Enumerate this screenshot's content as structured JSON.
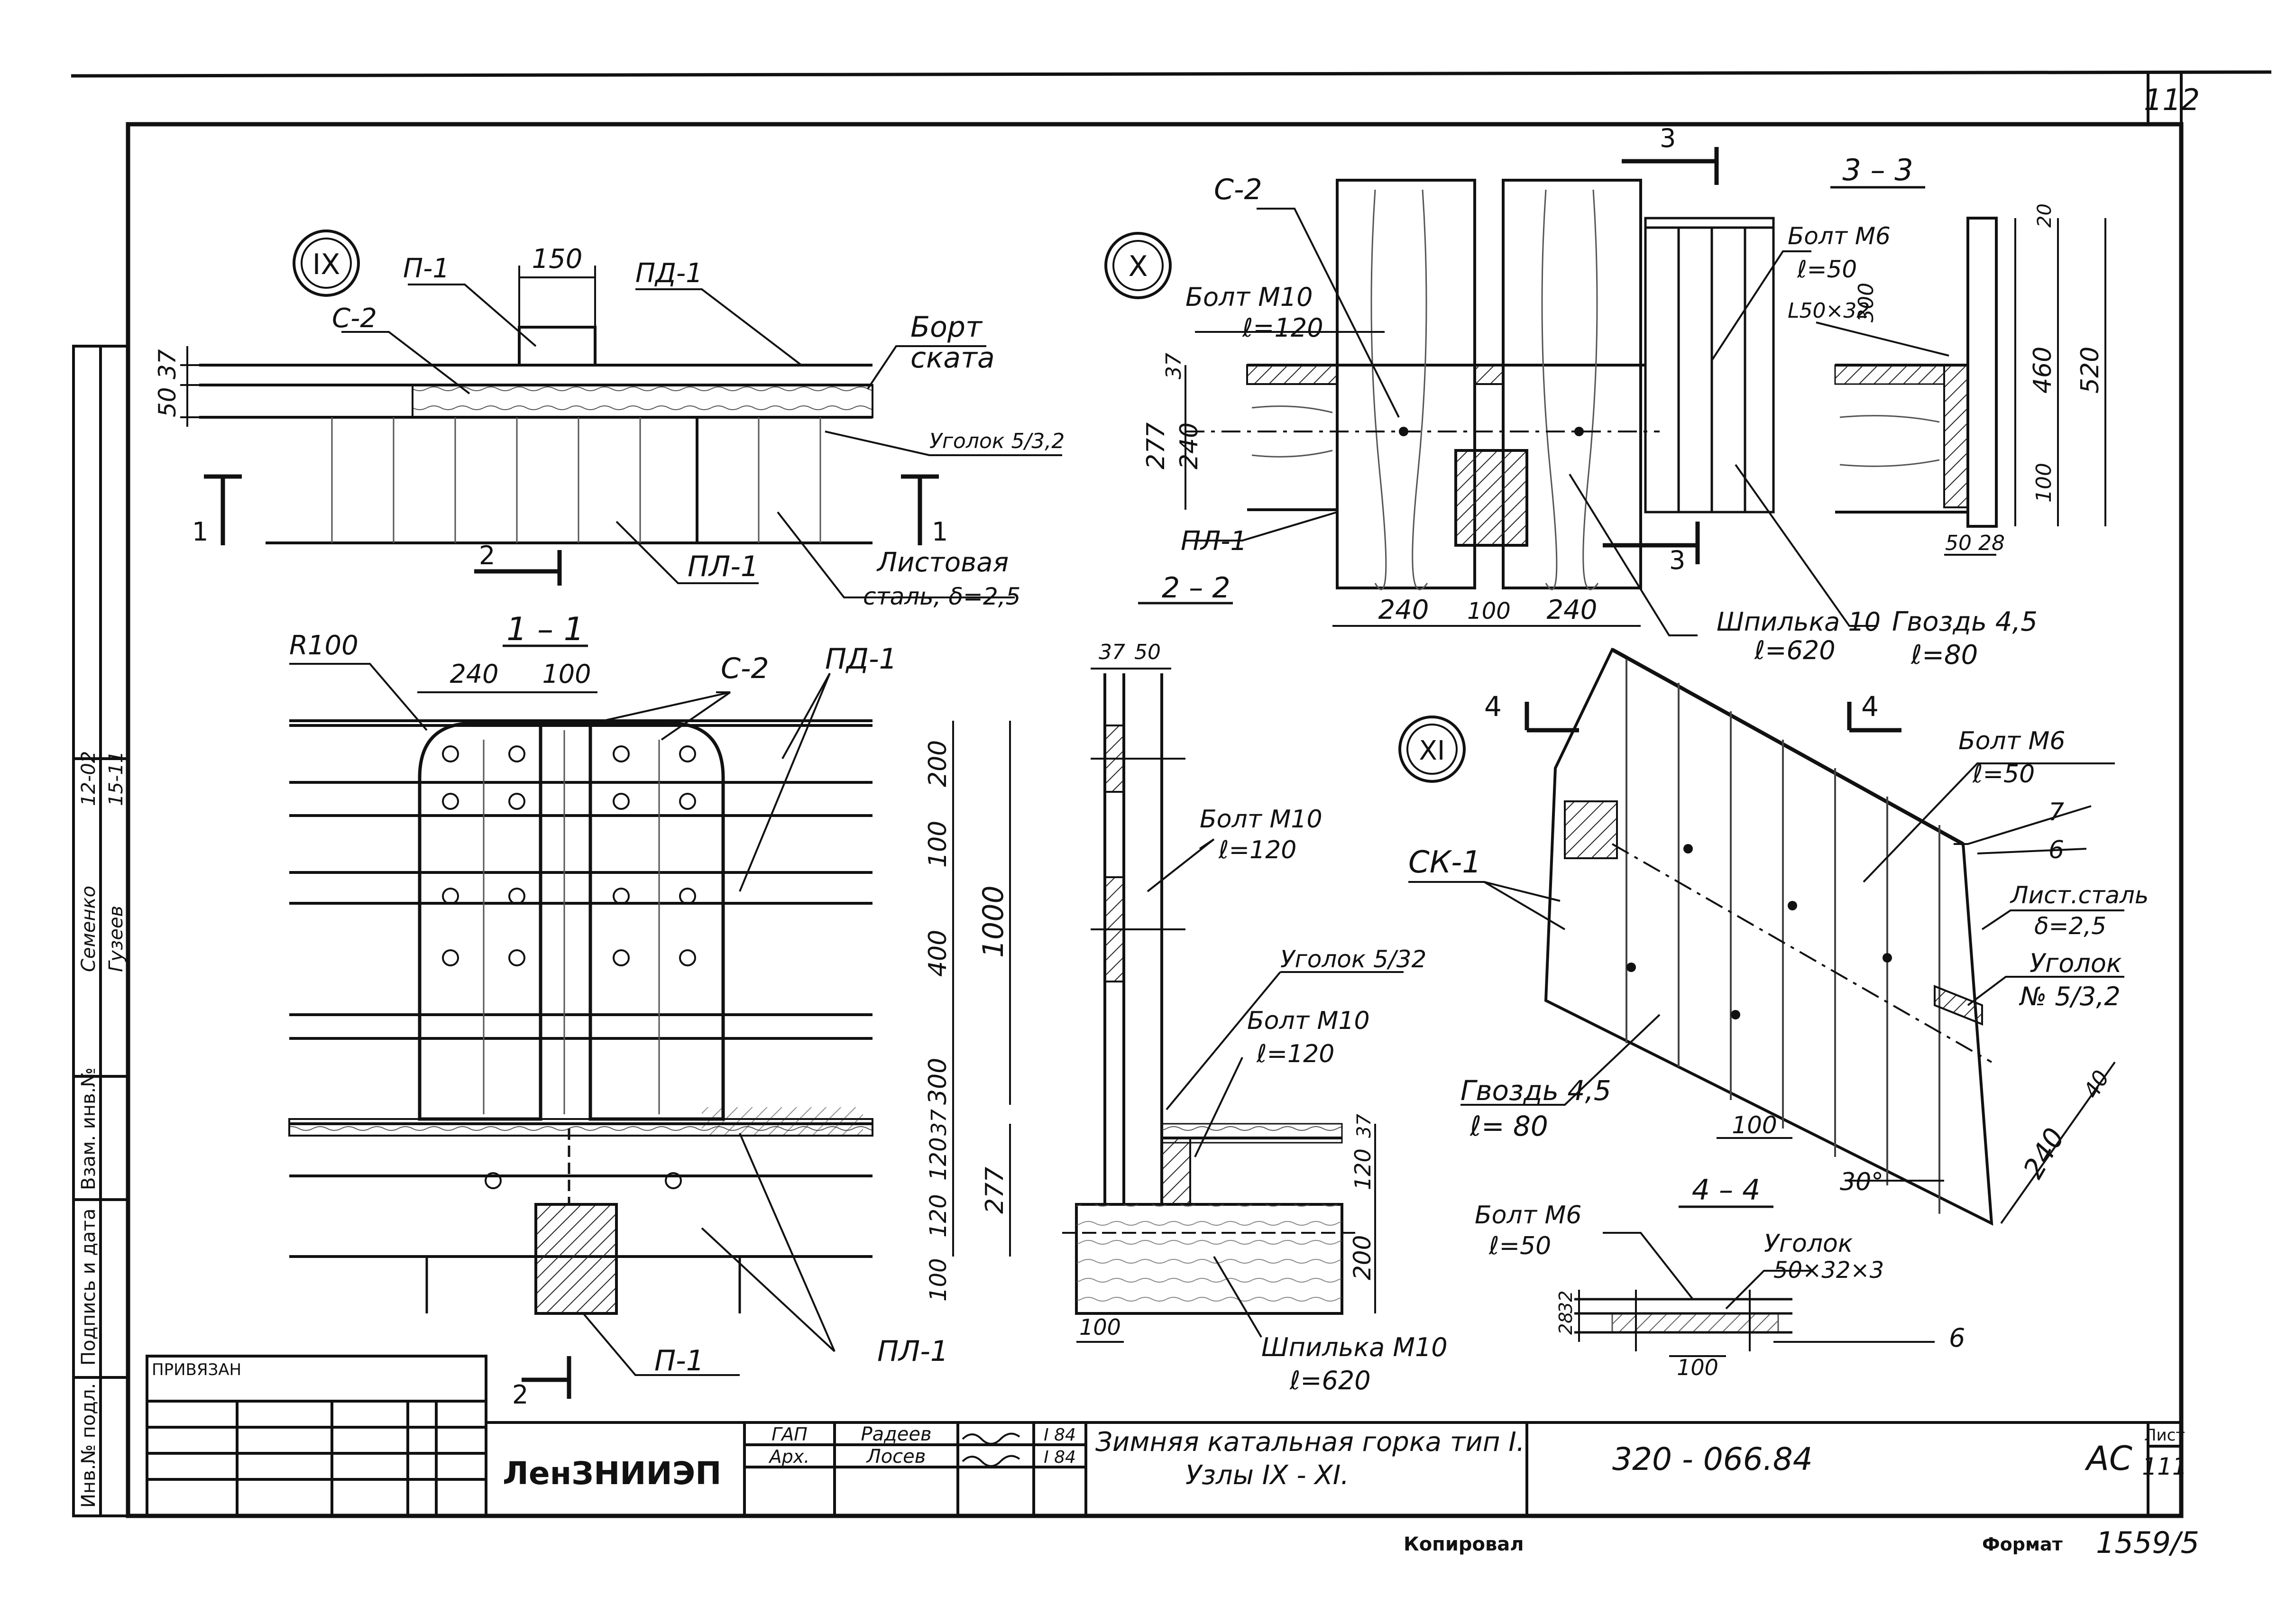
{
  "sheet_number_top": "112",
  "stamp": {
    "copied_label": "Копировал",
    "format_label": "Формат",
    "format_value": "1559/5"
  },
  "side_stamp": {
    "col1": "Инв.№ подл.",
    "col2": "Подпись и дата",
    "col3": "Взам. инв.№",
    "name_a": "Семенко",
    "name_b": "Гузеев",
    "sign_a": "12-02",
    "sign_b": "15-11"
  },
  "title_block": {
    "privyazan": "ПРИВЯЗАН",
    "organization": "ЛенЗНИИЭП",
    "roles": [
      {
        "role": "ГАП",
        "name": "Радеев",
        "date": "I 84"
      },
      {
        "role": "Арх.",
        "name": "Лосев",
        "date": "I 84"
      }
    ],
    "title_line1": "Зимняя катальная горка тип I.",
    "title_line2": "Узлы IX - XI.",
    "code": "320 - 066.84",
    "stage": "АС",
    "sheet_label": "Лист",
    "sheet_no": "111"
  },
  "node_ix": {
    "marker": "IX",
    "labels": {
      "p1": "П-1",
      "c2": "С-2",
      "pd1": "ПД-1",
      "bort_1": "Борт",
      "bort_2": "ската",
      "ugolok": "Уголок 5/3,2",
      "pl1": "ПЛ-1",
      "list_1": "Листовая",
      "list_2": "сталь, δ=2,5"
    },
    "dims": {
      "d150": "150",
      "d37": "37",
      "d50": "50"
    },
    "sections": {
      "s1_left": "1",
      "s1_right": "1",
      "s2": "2"
    }
  },
  "section_1_1": {
    "title": "1 – 1",
    "labels": {
      "r100": "R100",
      "c2": "С-2",
      "pd1": "ПД-1",
      "p1": "П-1",
      "pl1": "ПЛ-1",
      "s2": "2"
    },
    "dims_top": [
      "240",
      "100"
    ],
    "dims_right": [
      "200",
      "100",
      "400",
      "300",
      "37",
      "120",
      "120",
      "100"
    ],
    "dim_total": "1000",
    "dim_277": "277"
  },
  "node_x": {
    "marker": "X",
    "labels": {
      "c2": "С-2",
      "bolt_m10": "Болт М10",
      "bolt_l": "ℓ=120",
      "pl1": "ПЛ-1",
      "shpilka": "Шпилька 10",
      "shpilka_l": "ℓ=620",
      "section_22": "2 – 2",
      "s3": "3"
    },
    "dims_left": [
      "37",
      "277",
      "240"
    ],
    "dims_bottom": [
      "240",
      "100",
      "240"
    ]
  },
  "section_3_3": {
    "title": "3 – 3",
    "labels": {
      "bolt_m6": "Болт М6",
      "bolt_l": "ℓ=50",
      "angle": "L50×32",
      "gvozd": "Гвоздь 4,5",
      "gvozd_l": "ℓ=80"
    },
    "dims": [
      "20",
      "300",
      "460",
      "520",
      "100",
      "50",
      "28"
    ]
  },
  "section_2_2": {
    "dims_top": [
      "37",
      "50"
    ],
    "labels": {
      "bolt1": "Болт М10",
      "bolt1_l": "ℓ=120",
      "ugolok": "Уголок 5/32",
      "bolt2": "Болт М10",
      "bolt2_l": "ℓ=120",
      "shpilka": "Шпилька М10",
      "shpilka_l": "ℓ=620"
    },
    "dims_right": [
      "37",
      "120",
      "200"
    ],
    "dim_bottom": "100"
  },
  "node_xi": {
    "marker": "XI",
    "section_marks": [
      "4",
      "4"
    ],
    "labels": {
      "ck1": "СК-1",
      "bolt_m6": "Болт М6",
      "bolt_l": "ℓ=50",
      "n7": "7",
      "n6": "6",
      "list_1": "Лист.сталь",
      "list_2": "δ=2,5",
      "ug_1": "Уголок",
      "ug_2": "№ 5/3,2",
      "gvozd": "Гвоздь 4,5",
      "gvozd_l": "ℓ= 80",
      "angle30": "30°"
    },
    "dims": [
      "100",
      "240",
      "40"
    ]
  },
  "section_4_4": {
    "title": "4 – 4",
    "labels": {
      "bolt_m6": "Болт М6",
      "bolt_l": "ℓ=50",
      "ugolok": "Уголок",
      "ugolok_size": "50×32×3",
      "n6": "6"
    },
    "dims": [
      "32",
      "28",
      "100"
    ]
  }
}
